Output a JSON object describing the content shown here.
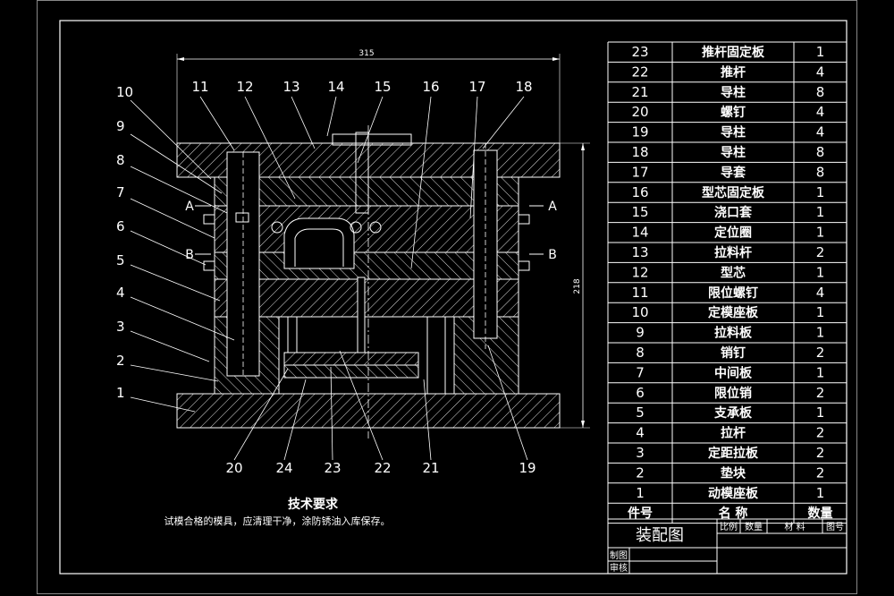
{
  "drawing": {
    "dimension_width": "315",
    "dimension_height": "218",
    "section_marks": [
      {
        "label": "A"
      },
      {
        "label": "A"
      },
      {
        "label": "B"
      },
      {
        "label": "B"
      }
    ],
    "callouts_left": [
      "10",
      "9",
      "8",
      "7",
      "6",
      "5",
      "4",
      "3",
      "2",
      "1"
    ],
    "callouts_top": [
      "11",
      "12",
      "13",
      "14",
      "15",
      "16",
      "17",
      "18"
    ],
    "callouts_bottom": [
      "20",
      "24",
      "23",
      "22",
      "21",
      "19"
    ]
  },
  "notes": {
    "title": "技术要求",
    "text": "试模合格的模具，应清理干净，涂防锈油入库保存。"
  },
  "bom": {
    "rows": [
      {
        "no": "23",
        "name": "推杆固定板",
        "qty": "1"
      },
      {
        "no": "22",
        "name": "推杆",
        "qty": "4"
      },
      {
        "no": "21",
        "name": "导柱",
        "qty": "8"
      },
      {
        "no": "20",
        "name": "螺钉",
        "qty": "4"
      },
      {
        "no": "19",
        "name": "导柱",
        "qty": "4"
      },
      {
        "no": "18",
        "name": "导柱",
        "qty": "8"
      },
      {
        "no": "17",
        "name": "导套",
        "qty": "8"
      },
      {
        "no": "16",
        "name": "型芯固定板",
        "qty": "1"
      },
      {
        "no": "15",
        "name": "浇口套",
        "qty": "1"
      },
      {
        "no": "14",
        "name": "定位圈",
        "qty": "1"
      },
      {
        "no": "13",
        "name": "拉料杆",
        "qty": "2"
      },
      {
        "no": "12",
        "name": "型芯",
        "qty": "1"
      },
      {
        "no": "11",
        "name": "限位螺钉",
        "qty": "4"
      },
      {
        "no": "10",
        "name": "定模座板",
        "qty": "1"
      },
      {
        "no": "9",
        "name": "拉料板",
        "qty": "1"
      },
      {
        "no": "8",
        "name": "销钉",
        "qty": "2"
      },
      {
        "no": "7",
        "name": "中间板",
        "qty": "1"
      },
      {
        "no": "6",
        "name": "限位销",
        "qty": "2"
      },
      {
        "no": "5",
        "name": "支承板",
        "qty": "1"
      },
      {
        "no": "4",
        "name": "拉杆",
        "qty": "2"
      },
      {
        "no": "3",
        "name": "定距拉板",
        "qty": "2"
      },
      {
        "no": "2",
        "name": "垫块",
        "qty": "2"
      },
      {
        "no": "1",
        "name": "动模座板",
        "qty": "1"
      }
    ],
    "header": {
      "no": "件号",
      "name": "名 称",
      "qty": "数量"
    }
  },
  "title_block": {
    "title": "装配图",
    "col_scale": "比例",
    "col_qty": "数量",
    "col_material": "材 料",
    "col_drawing_no": "图号",
    "drawn_by": "制图",
    "checked_by": "审核"
  }
}
